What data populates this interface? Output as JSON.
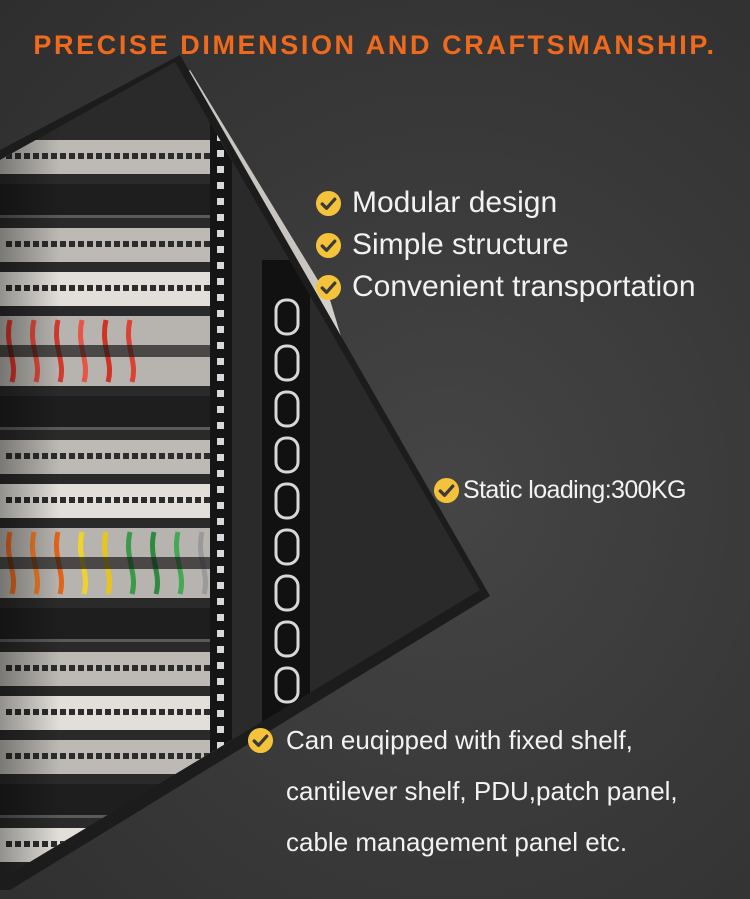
{
  "headline": {
    "text": "PRECISE DIMENSION AND CRAFTSMANSHIP.",
    "color": "#f06a1d"
  },
  "features": [
    {
      "text": "Modular design",
      "icon": "check-circle-icon"
    },
    {
      "text": "Simple structure",
      "icon": "check-circle-icon"
    },
    {
      "text": "Convenient transportation",
      "icon": "check-circle-icon"
    },
    {
      "text": "Static loading:300KG",
      "icon": "check-circle-icon"
    },
    {
      "text": "Can euqipped with fixed shelf,",
      "icon": "check-circle-icon"
    }
  ],
  "feature_continuation": [
    "cantilever shelf, PDU,patch panel,",
    "cable management panel etc."
  ],
  "colors": {
    "background": "#3a3a3a",
    "check_fill": "#f5c23b",
    "check_mark": "#3a3a3a",
    "text": "#f2f2f2",
    "light_panel": "#c9c6c2"
  },
  "photo": {
    "subject": "server-rack-with-patch-panels"
  }
}
